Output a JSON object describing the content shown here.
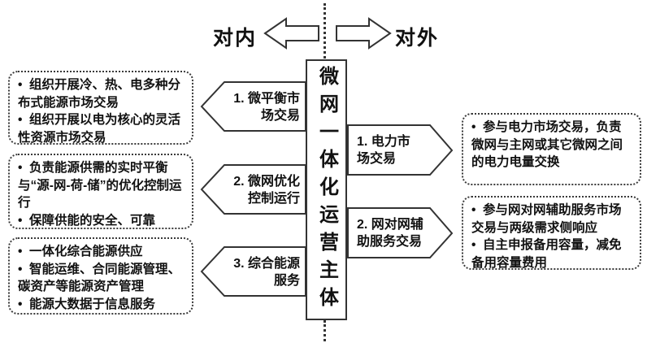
{
  "bullet": "•",
  "colors": {
    "line": "#333333",
    "text": "#111111",
    "background": "#ffffff"
  },
  "header": {
    "internal_label": "对内",
    "external_label": "对外"
  },
  "center": {
    "title": "微网一体化运营主体"
  },
  "internal": {
    "arrows": [
      {
        "label": "1. 微平衡市\n场交易"
      },
      {
        "label": "2. 微网优化\n控制运行"
      },
      {
        "label": "3. 综合能源\n服务"
      }
    ],
    "boxes": [
      {
        "items": [
          "组织开展冷、热、电多种分布式能源市场交易",
          "组织开展以电为核心的灵活性资源市场交易"
        ]
      },
      {
        "items": [
          "负责能源供需的实时平衡与“源-网-荷-储”的优化控制运行",
          "保障供能的安全、可靠"
        ]
      },
      {
        "items": [
          "一体化综合能源供应",
          "智能运维、合同能源管理、碳资产等能源资产管理",
          "能源大数据于信息服务"
        ]
      }
    ]
  },
  "external": {
    "arrows": [
      {
        "label": "1. 电力市\n场交易"
      },
      {
        "label": "2. 网对网辅\n助服务交易"
      }
    ],
    "boxes": [
      {
        "items": [
          "参与电力市场交易，负责微网与主网或其它微网之间的电力电量交换"
        ]
      },
      {
        "items": [
          "参与网对网辅助服务市场交易与两级需求侧响应",
          "自主申报备用容量，减免备用容量费用"
        ]
      }
    ]
  }
}
